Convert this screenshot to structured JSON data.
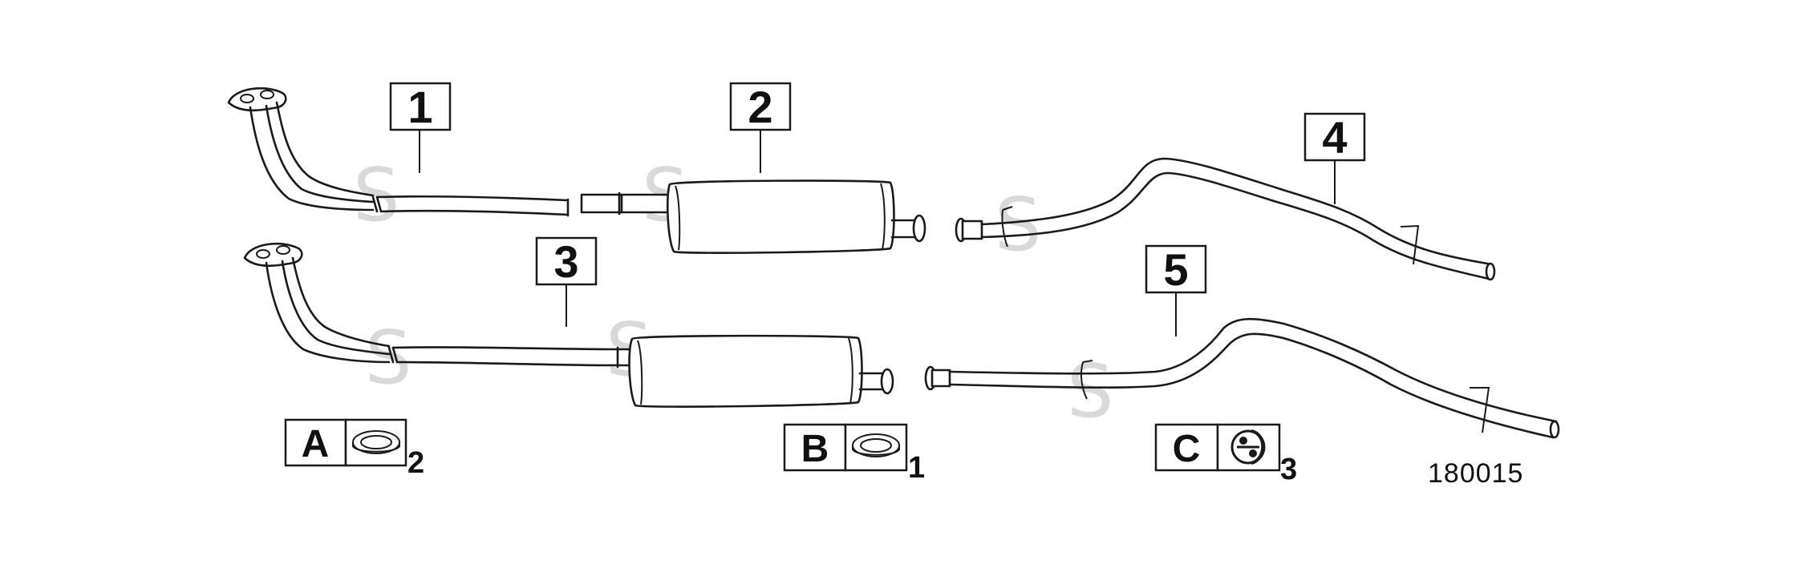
{
  "parts": [
    {
      "callout": "1"
    },
    {
      "callout": "2"
    },
    {
      "callout": "3"
    },
    {
      "callout": "4"
    },
    {
      "callout": "5"
    }
  ],
  "kits": [
    {
      "letter": "A",
      "qty": "2",
      "icon": "gasket-ring-icon"
    },
    {
      "letter": "B",
      "qty": "1",
      "icon": "gasket-ring-icon"
    },
    {
      "letter": "C",
      "qty": "3",
      "icon": "rubber-hanger-icon"
    }
  ],
  "reference_number": "180015",
  "watermark_letter": "S",
  "colors": {
    "line": "#1a1a1a",
    "watermark": "#d9d9d9"
  }
}
